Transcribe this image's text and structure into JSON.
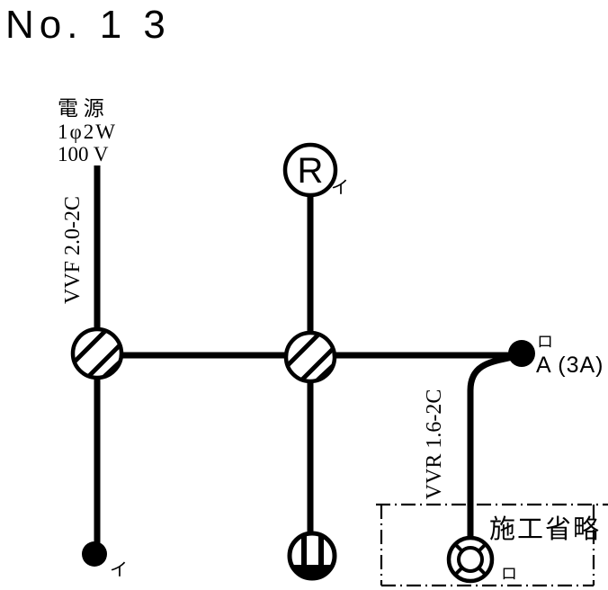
{
  "diagram": {
    "title": "No. 1 3",
    "power_source": {
      "name_label": "電 源",
      "phase_label": "1φ2W",
      "voltage_label": "100 V"
    },
    "cable_left": "VVF 2.0-2C",
    "cable_right": "VVR 1.6-2C",
    "lamp_receptacle": {
      "letter": "R",
      "circuit_label": "イ"
    },
    "switch": {
      "circuit_label": "イ"
    },
    "auto_switch": {
      "circuit_label": "ロ",
      "rating_label": "A (3A)"
    },
    "omission_box": {
      "label": "施工省略"
    },
    "outdoor_light": {
      "circuit_label": "ロ"
    },
    "symbols": {
      "joint_box": "hatched-circle-junction-box",
      "lamp_receptacle": "circle-R-lamp-receptacle",
      "switch": "filled-dot-switch",
      "auto_switch": "filled-dot-automatic-switch",
      "ceiling_rosette": "circle-two-bars-filled-bottom",
      "outdoor_light": "double-circle-four-spokes",
      "omission_area": "dash-dot-rectangle"
    },
    "colors": {
      "ink": "#000000",
      "paper": "#ffffff"
    }
  }
}
